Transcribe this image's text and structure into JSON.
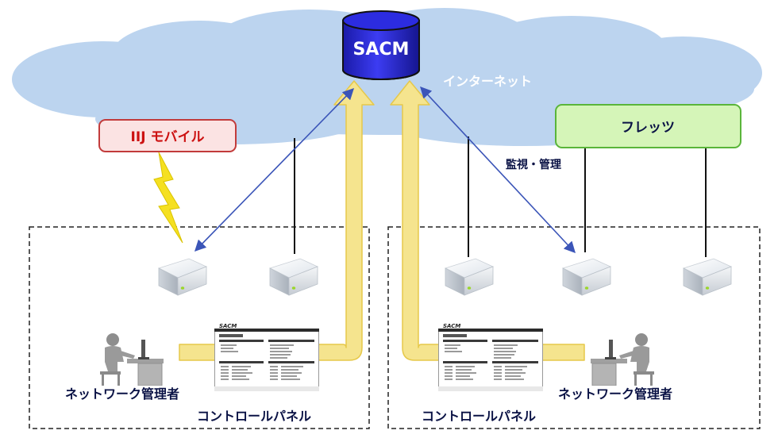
{
  "labels": {
    "sacm": "SACM",
    "internet": "インターネット",
    "iij_mobile": "IIJ モバイル",
    "flets": "フレッツ",
    "monitoring": "監視・管理",
    "admin_left": "ネットワーク管理者",
    "admin_right": "ネットワーク管理者",
    "panel_left": "コントロールパネル",
    "panel_right": "コントロールパネル",
    "screen_logo": "SACM"
  },
  "colors": {
    "cloud": "#bcd4ef",
    "cylinder": "#2424d8",
    "arrow_fill": "#f5e48e",
    "arrow_stroke": "#e6c84a",
    "link": "#3b55b8",
    "iij_border": "#c23b3b",
    "iij_text": "#cc1111",
    "flets_fill": "#d5f5b8",
    "flets_border": "#5ab53a",
    "text_dark": "#0a1245"
  },
  "icons": [
    "router-icon",
    "person-at-desk-icon",
    "monitor-screenshot-icon",
    "lightning-icon",
    "database-cylinder-icon"
  ]
}
